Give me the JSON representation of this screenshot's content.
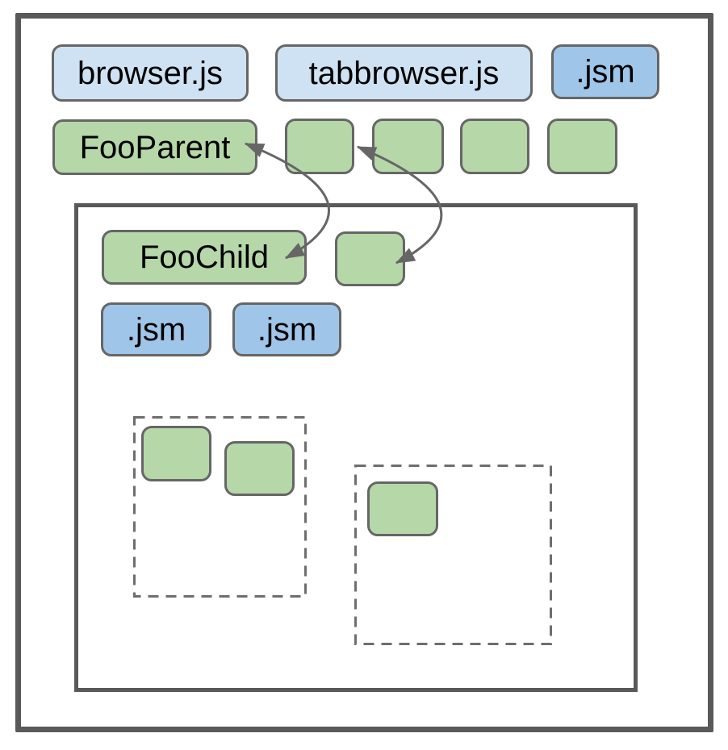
{
  "diagram": {
    "nodes": {
      "browser_js": {
        "label": "browser.js",
        "kind": "script-file"
      },
      "tabbrowser_js": {
        "label": "tabbrowser.js",
        "kind": "script-file"
      },
      "jsm_top": {
        "label": ".jsm",
        "kind": "module-file"
      },
      "foo_parent": {
        "label": "FooParent",
        "kind": "actor"
      },
      "foo_child": {
        "label": "FooChild",
        "kind": "actor"
      },
      "jsm_inner_1": {
        "label": ".jsm",
        "kind": "module-file"
      },
      "jsm_inner_2": {
        "label": ".jsm",
        "kind": "module-file"
      },
      "unlabeled_green_boxes": {
        "actor_row_count": 4,
        "inner_row_count": 1,
        "left_dashed_region_count": 2,
        "right_dashed_region_count": 1
      }
    },
    "connections": [
      {
        "from": "FooParent",
        "to": "FooChild",
        "bidirectional": true,
        "style": "curved"
      },
      {
        "from": "unlabeled actor-row box 2",
        "to": "unlabeled inner box",
        "bidirectional": true,
        "style": "curved"
      }
    ],
    "regions": {
      "outer_frame": "solid border container",
      "inner_frame": "solid border container (child process)",
      "dashed_regions": 2
    },
    "colors": {
      "background": "#ffffff",
      "light_blue_fill": "#cfe2f3",
      "blue_fill": "#9fc5e8",
      "green_fill": "#b6d7a8",
      "box_stroke": "#666666",
      "frame_stroke": "#595959",
      "dashed_stroke": "#6e6e6e",
      "arrow_color": "#666666",
      "text_color": "#000000"
    }
  }
}
